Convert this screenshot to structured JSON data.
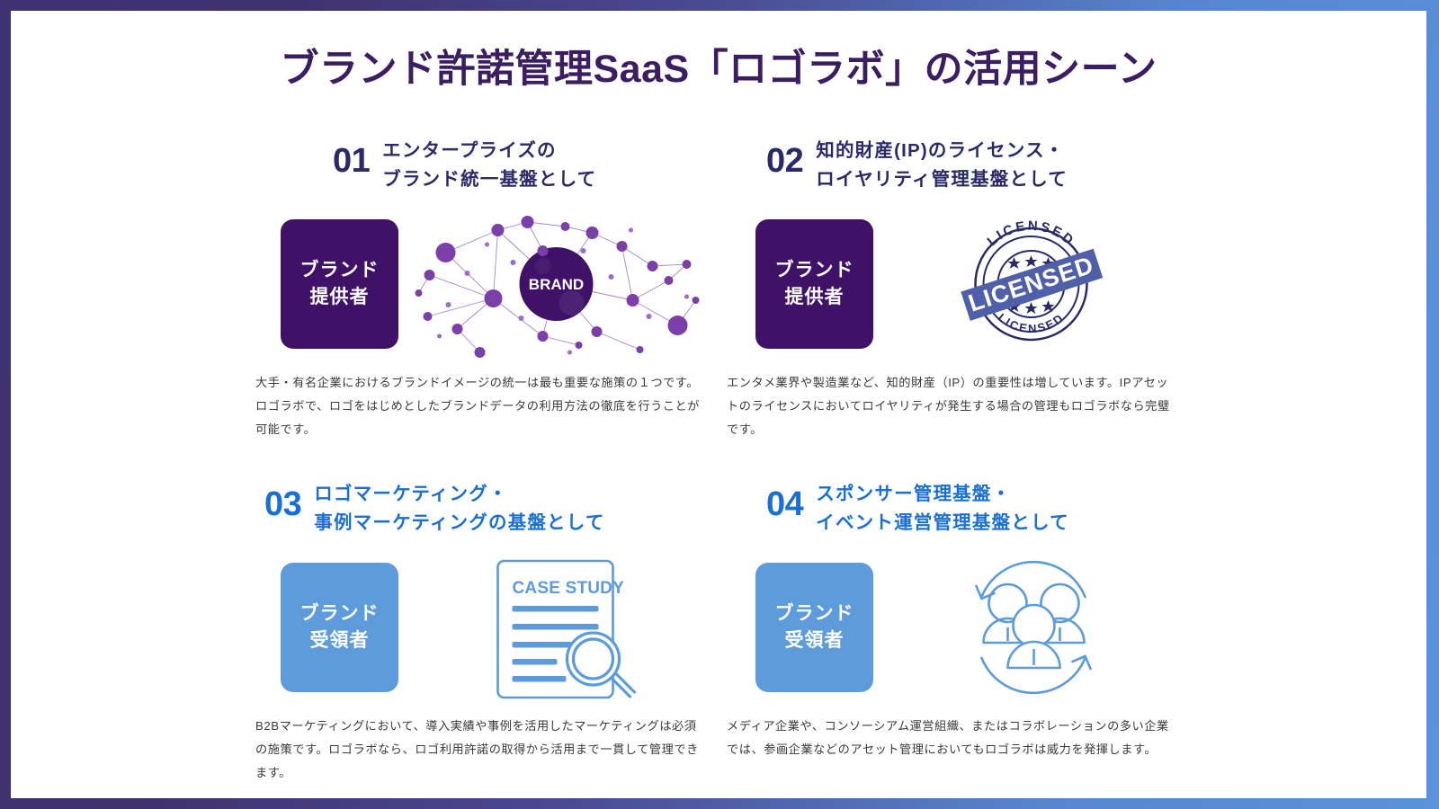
{
  "page": {
    "title": "ブランド許諾管理SaaS「ロゴラボ」の活用シーン",
    "border_gradient_start": "#3f3271",
    "border_gradient_end": "#5b92dc"
  },
  "colors": {
    "title_purple": "#3b1d62",
    "heading_navy": "#2b2a68",
    "heading_blue": "#1a6fd4",
    "card_dark_purple": "#3f1268",
    "card_light_blue": "#5d9bdb",
    "body_text": "#3a3a3a"
  },
  "sections": [
    {
      "number": "01",
      "title": "エンタープライズの\nブランド統一基盤として",
      "accent": "purple",
      "role_label_line1": "ブランド",
      "role_label_line2": "提供者",
      "art_name": "brand-network-diagram",
      "art_center_label": "BRAND",
      "body": "大手・有名企業におけるブランドイメージの統一は最も重要な施策の１つです。ロゴラボで、ロゴをはじめとしたブランドデータの利用方法の徹底を行うことが可能です。"
    },
    {
      "number": "02",
      "title": "知的財産(IP)のライセンス・\nロイヤリティ管理基盤として",
      "accent": "purple",
      "role_label_line1": "ブランド",
      "role_label_line2": "提供者",
      "art_name": "licensed-stamp",
      "art_stamp_ring_top": "LICENSED",
      "art_stamp_ring_bottom": "LICENSED",
      "art_stamp_banner": "LICENSED",
      "body": "エンタメ業界や製造業など、知的財産（IP）の重要性は増しています。IPアセットのライセンスにおいてロイヤリティが発生する場合の管理もロゴラボなら完璧です。"
    },
    {
      "number": "03",
      "title": "ロゴマーケティング・\n事例マーケティングの基盤として",
      "accent": "blue",
      "role_label_line1": "ブランド",
      "role_label_line2": "受領者",
      "art_name": "case-study-document",
      "art_doc_title": "CASE STUDY",
      "body": "B2Bマーケティングにおいて、導入実績や事例を活用したマーケティングは必須の施策です。ロゴラボなら、ロゴ利用許諾の取得から活用まで一貫して管理できます。"
    },
    {
      "number": "04",
      "title": "スポンサー管理基盤・\nイベント運営管理基盤として",
      "accent": "blue",
      "role_label_line1": "ブランド",
      "role_label_line2": "受領者",
      "art_name": "people-cycle-diagram",
      "body": "メディア企業や、コンソーシアム運営組織、またはコラボレーションの多い企業では、参画企業などのアセット管理においてもロゴラボは威力を発揮します。"
    }
  ]
}
